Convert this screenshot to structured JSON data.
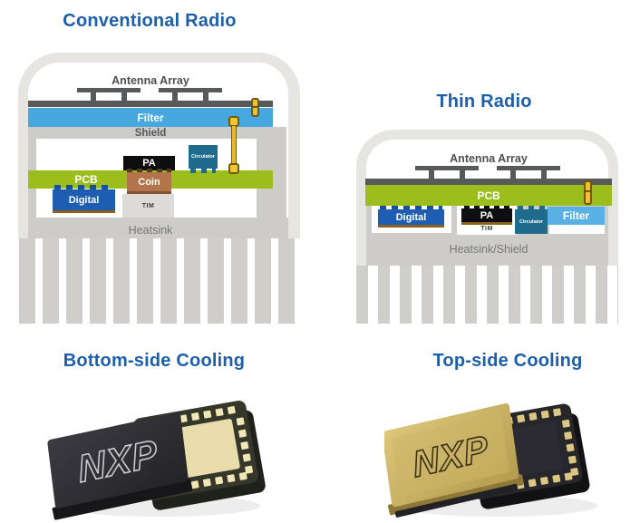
{
  "titles": {
    "conventional": "Conventional Radio",
    "thin": "Thin Radio",
    "bottom_cooling": "Bottom-side Cooling",
    "top_cooling": "Top-side Cooling"
  },
  "conventional_radio": {
    "antenna_array": "Antenna Array",
    "filter": "Filter",
    "shield": "Shield",
    "circulator": "Circulator",
    "pa": "PA",
    "coin": "Coin",
    "pcb": "PCB",
    "digital": "Digital",
    "tim": "TIM",
    "heatsink": "Heatsink"
  },
  "thin_radio": {
    "antenna_array": "Antenna Array",
    "pcb": "PCB",
    "digital": "Digital",
    "pa": "PA",
    "tim": "TIM",
    "circulator": "Circulator",
    "filter": "Filter",
    "heatsink": "Heatsink/Shield"
  },
  "chips": {
    "bottom_side_logo": "NXP",
    "top_side_logo": "NXP"
  },
  "colors": {
    "title_blue": "#1D5FA9",
    "pcb_green": "#9BBE1C",
    "filter_blue": "#47A8E0",
    "filter_light_blue": "#58B0E4",
    "digital_blue": "#1E5EB2",
    "circulator_teal": "#1E6B8D",
    "coin_brown": "#B3744B",
    "pa_black": "#0E0E10",
    "connector_yellow": "#F0BE30",
    "body_gray": "#CDCCC9",
    "shell_gray": "#E6E5E2",
    "bar_dark_gray": "#58595B",
    "chip_gold": "#C9B263",
    "chip_black": "#2C2C30"
  }
}
